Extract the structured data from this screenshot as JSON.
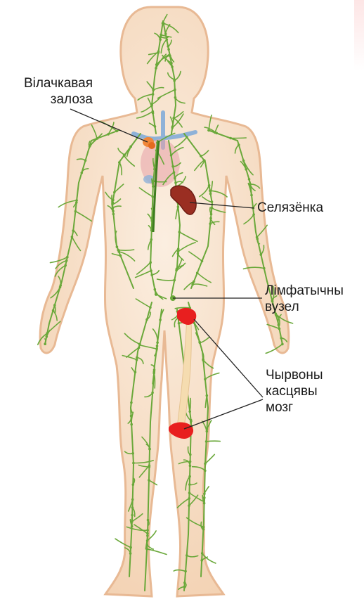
{
  "labels": {
    "thymus": [
      "Вілачкавая",
      "залоза"
    ],
    "spleen": "Селязёнка",
    "lymph_node": [
      "Лімфатычны",
      "вузел"
    ],
    "red_bone_marrow": [
      "Чырвоны",
      "касцявы",
      "мозг"
    ]
  },
  "colors": {
    "skin_fill": "#f6dcc4",
    "skin_edge": "#e8b994",
    "lymph_vessels": "#6aa83a",
    "thymus": "#f0873a",
    "spleen": "#9a2e22",
    "bone": "#f5dcb0",
    "marrow": "#e81f1f",
    "veins": "#8fb2d8",
    "heart_area": "#e8a0a8",
    "leader_lines": "#222222"
  }
}
